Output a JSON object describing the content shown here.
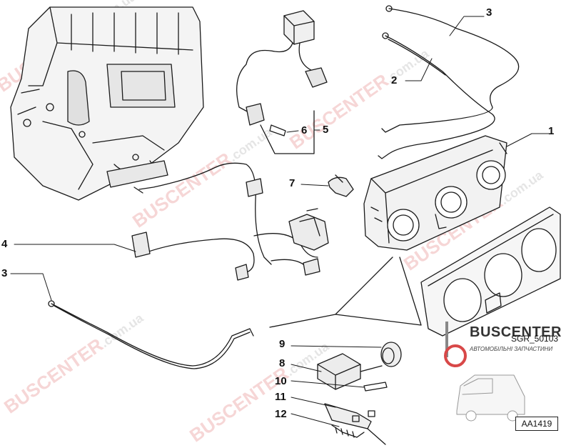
{
  "callouts": [
    {
      "id": "c1",
      "label": "1"
    },
    {
      "id": "c2",
      "label": "2"
    },
    {
      "id": "c3a",
      "label": "3"
    },
    {
      "id": "c3b",
      "label": "3"
    },
    {
      "id": "c4",
      "label": "4"
    },
    {
      "id": "c5",
      "label": "5"
    },
    {
      "id": "c6",
      "label": "6"
    },
    {
      "id": "c7",
      "label": "7"
    },
    {
      "id": "c8",
      "label": "8"
    },
    {
      "id": "c9",
      "label": "9"
    },
    {
      "id": "c10",
      "label": "10"
    },
    {
      "id": "c11",
      "label": "11"
    },
    {
      "id": "c12",
      "label": "12"
    }
  ],
  "reference_code": "SGR_50103",
  "drawing_id": "AA1419",
  "brand": {
    "name": "BUSCENTER",
    "tagline": "АВТОМОБІЛЬНІ ЗАПЧАСТИНИ",
    "watermark": "BUSCENTER",
    "watermark_suffix": ".com.ua",
    "accent_color": "#d84848"
  }
}
